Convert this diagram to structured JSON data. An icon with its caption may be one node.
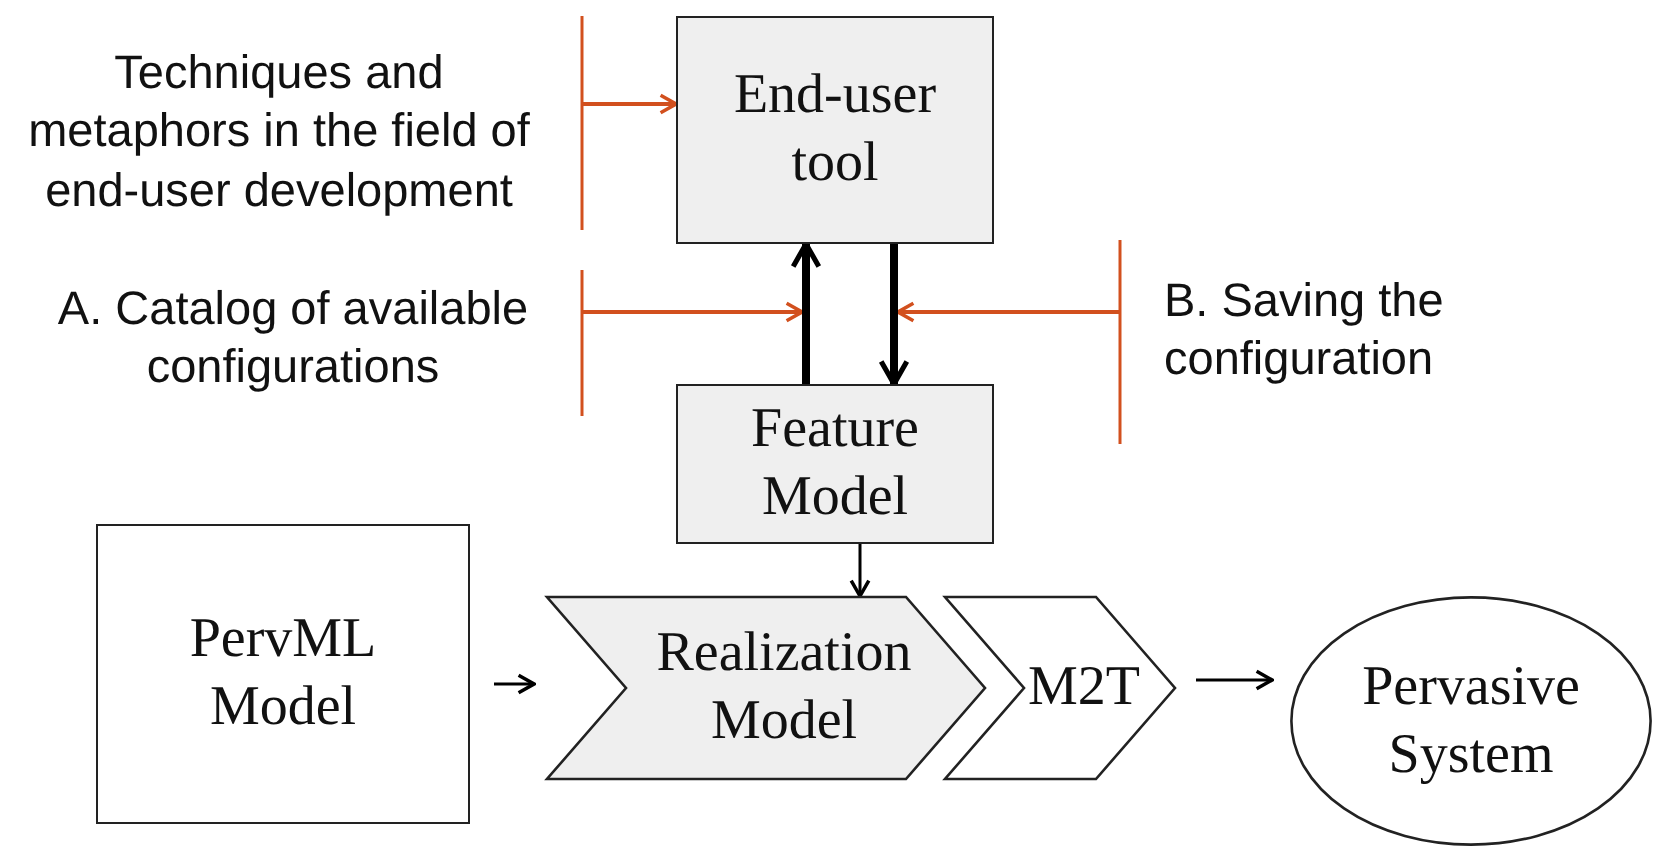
{
  "diagram": {
    "nodes": [
      {
        "text": [
          "Techniques and metaphors in the field of end-user development"
        ]
      },
      {
        "text": [
          "End-user tool"
        ]
      },
      {
        "text": [
          "A. Catalog of available configurations"
        ]
      },
      {
        "text": [
          "B. Saving the configuration"
        ]
      },
      {
        "text": [
          "Feature Model"
        ]
      },
      {
        "text": [
          "PervML Model"
        ]
      },
      {
        "text": [
          "Realization Model"
        ]
      },
      {
        "text": [
          "M2T"
        ]
      },
      {
        "text": [
          "Pervasive System"
        ]
      }
    ],
    "edges": [
      {
        "from": 0,
        "to": 1,
        "arrow": "to",
        "color": "#d2501e"
      },
      {
        "from": 2,
        "to": null,
        "arrow": "to",
        "color": "#d2501e"
      },
      {
        "from": 3,
        "to": null,
        "arrow": "to",
        "color": "#d2501e"
      },
      {
        "from": 4,
        "to": 1,
        "arrow": "to",
        "style": "thick"
      },
      {
        "from": 1,
        "to": 4,
        "arrow": "to",
        "style": "thick"
      },
      {
        "from": 4,
        "to": 6,
        "arrow": "to"
      },
      {
        "from": 5,
        "to": 6,
        "arrow": "to"
      },
      {
        "from": 7,
        "to": 8,
        "arrow": "to"
      }
    ]
  }
}
